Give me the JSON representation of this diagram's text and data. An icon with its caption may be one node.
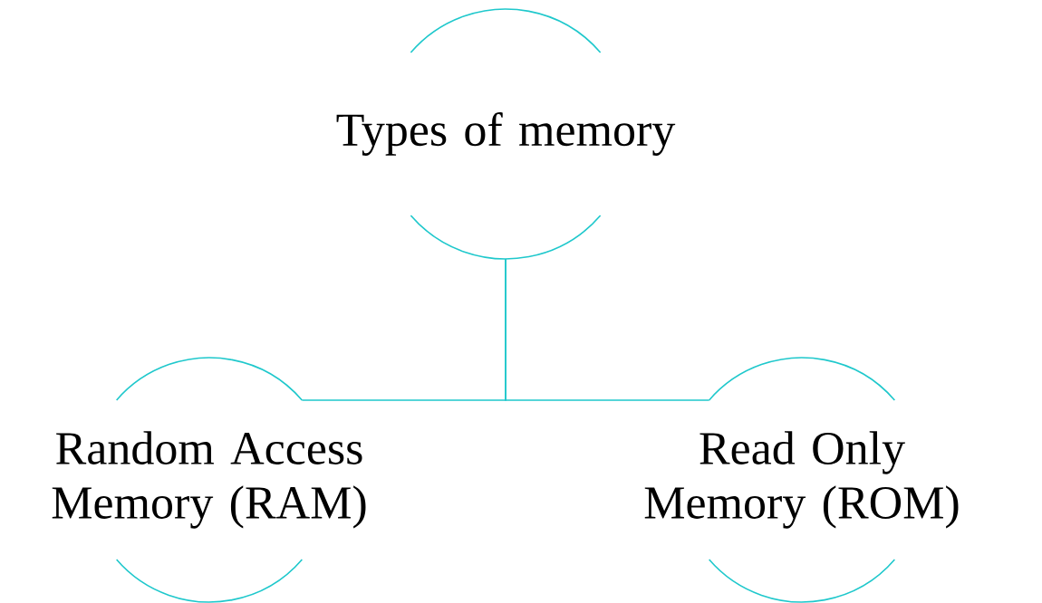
{
  "diagram": {
    "nodes": [
      {
        "text": [
          "Types of memory"
        ]
      },
      {
        "text": [
          "Random Access Memory (RAM)"
        ]
      },
      {
        "text": [
          "Read Only Memory (ROM)"
        ]
      }
    ],
    "edges": [
      {
        "from": 0,
        "to": 1,
        "arrow": "none"
      },
      {
        "from": 0,
        "to": 2,
        "arrow": "none"
      }
    ]
  }
}
